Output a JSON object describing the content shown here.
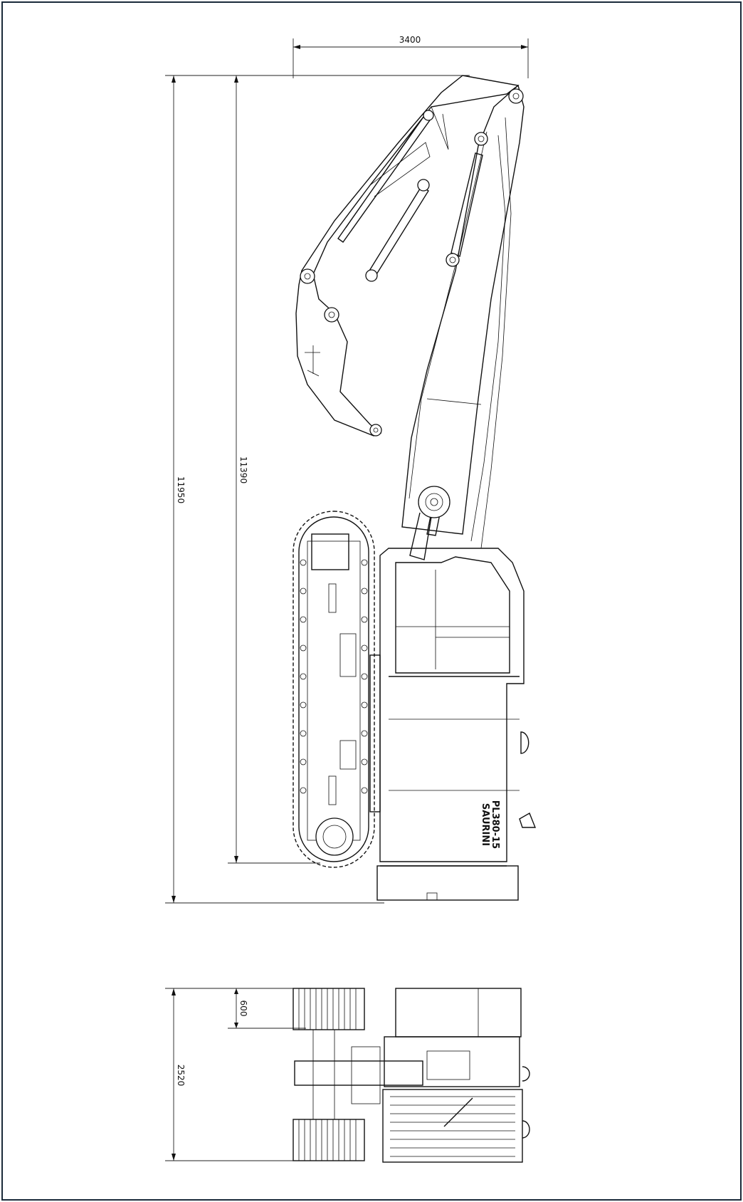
{
  "dimensions": {
    "width_top": "3400",
    "height_total": "11950",
    "height_boom": "11390",
    "track_width": "600",
    "base_width": "2520"
  },
  "model": {
    "line1": "PL380-15",
    "line2": "SAURINI"
  },
  "colors": {
    "line": "#111111",
    "border": "#1a2a3a",
    "background": "#ffffff"
  }
}
